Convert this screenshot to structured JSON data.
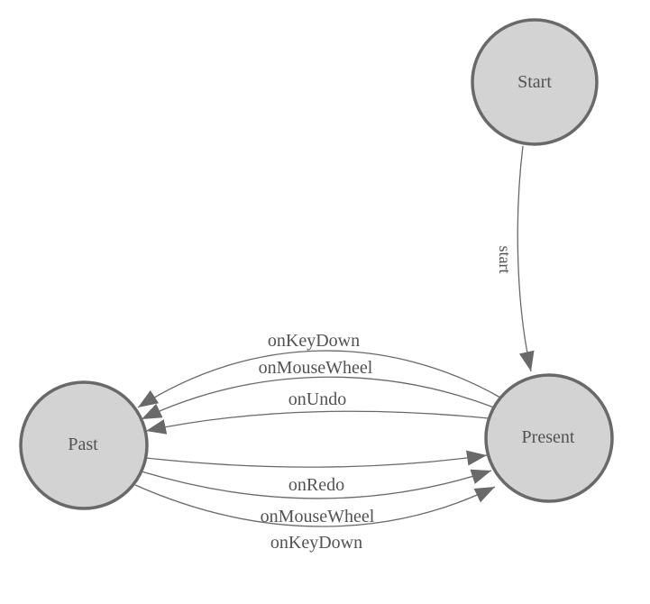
{
  "colors": {
    "background": "#ffffff",
    "node_fill": "#d3d3d3",
    "node_stroke": "#696969",
    "edge_stroke": "#696969",
    "arrow_fill": "#696969",
    "label_text": "#525252"
  },
  "nodes": [
    {
      "id": "start",
      "label": "Start"
    },
    {
      "id": "past",
      "label": "Past"
    },
    {
      "id": "present",
      "label": "Present"
    }
  ],
  "edges": [
    {
      "from": "Start",
      "to": "Present",
      "label": "start"
    },
    {
      "from": "Present",
      "to": "Past",
      "label": "onKeyDown"
    },
    {
      "from": "Present",
      "to": "Past",
      "label": "onMouseWheel"
    },
    {
      "from": "Present",
      "to": "Past",
      "label": "onUndo"
    },
    {
      "from": "Past",
      "to": "Present",
      "label": "onRedo"
    },
    {
      "from": "Past",
      "to": "Present",
      "label": "onMouseWheel"
    },
    {
      "from": "Past",
      "to": "Present",
      "label": "onKeyDown"
    }
  ]
}
